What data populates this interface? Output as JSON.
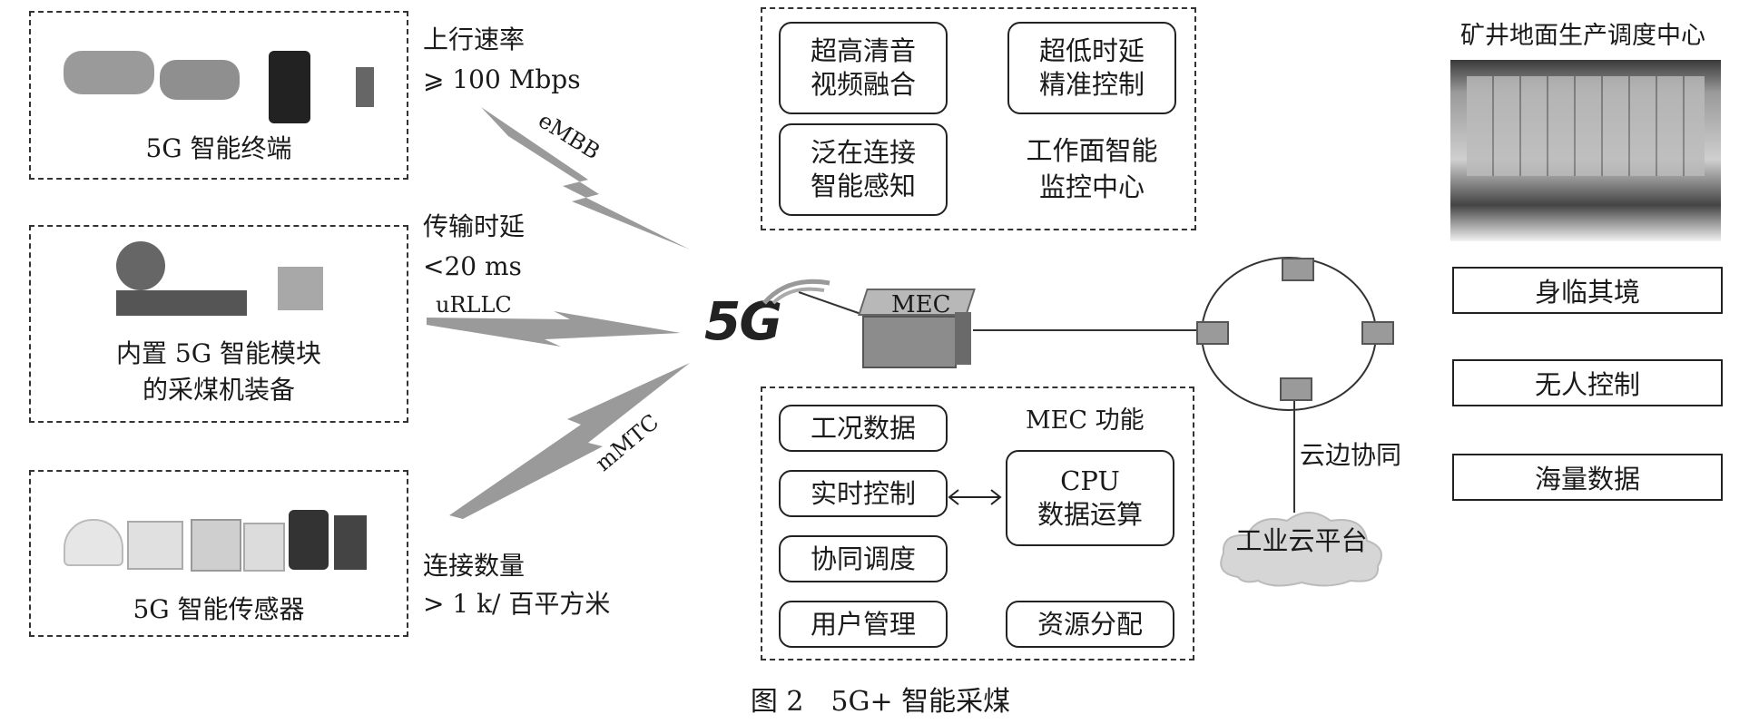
{
  "terminals": {
    "label": "5G 智能终端",
    "rate_title": "上行速率",
    "rate_value": "⩾ 100 Mbps",
    "link": "eMBB"
  },
  "shearer": {
    "label_line1": "内置 5G 智能模块",
    "label_line2": "的采煤机装备",
    "delay_title": "传输时延",
    "delay_value": "<20 ms",
    "link": "uRLLC"
  },
  "sensors": {
    "label": "5G 智能传感器",
    "count_title": "连接数量",
    "count_value": "> 1 k/ 百平方米",
    "link": "mMTC"
  },
  "hub": {
    "logo": "5G",
    "mec": "MEC"
  },
  "workface": {
    "items": [
      {
        "line1": "超高清音",
        "line2": "视频融合"
      },
      {
        "line1": "超低时延",
        "line2": "精准控制"
      },
      {
        "line1": "泛在连接",
        "line2": "智能感知"
      }
    ],
    "center_line1": "工作面智能",
    "center_line2": "监控中心"
  },
  "mec_functions": {
    "title": "MEC 功能",
    "items": [
      "工况数据",
      "实时控制",
      "协同调度",
      "用户管理"
    ],
    "cpu_line1": "CPU",
    "cpu_line2": "数据运算",
    "resource": "资源分配"
  },
  "cloud": {
    "sync_label": "云边协同",
    "platform": "工业云平台"
  },
  "dispatch": {
    "title": "矿井地面生产调度中心",
    "features": [
      "身临其境",
      "无人控制",
      "海量数据"
    ]
  },
  "caption": "图 2　5G+ 智能采煤"
}
